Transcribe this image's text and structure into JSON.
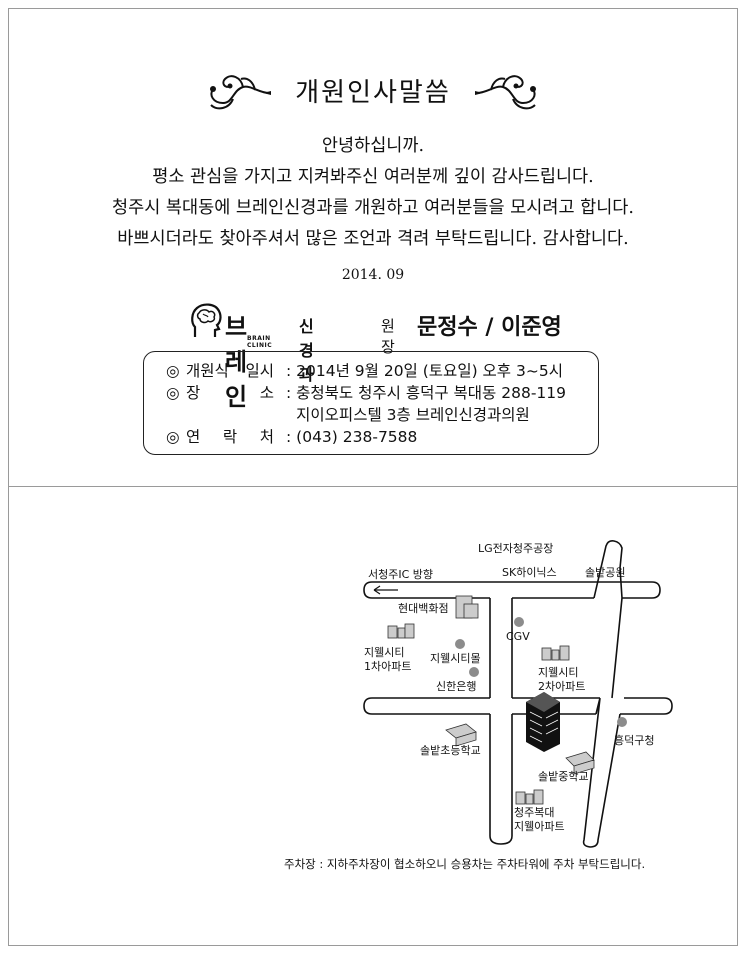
{
  "greeting": {
    "title": "개원인사말씀",
    "lines": [
      "안녕하십니까.",
      "평소 관심을 가지고 지켜봐주신 여러분께 깊이 감사드립니다.",
      "청주시 복대동에 브레인신경과를 개원하고 여러분들을 모시려고 합니다.",
      "바쁘시더라도 찾아주셔서 많은 조언과 격려 부탁드립니다. 감사합니다."
    ],
    "date": "2014. 09"
  },
  "signature": {
    "logo_main": "브레인",
    "logo_sub": "신경과",
    "logo_en": "BRAIN CLINIC",
    "role": "원장",
    "names": "문정수 / 이준영"
  },
  "info": {
    "bullet": "◎",
    "rows": [
      {
        "label": [
          "개원식",
          "일시"
        ],
        "value": "2014년 9월 20일 (토요일) 오후 3~5시"
      },
      {
        "label": [
          "장",
          "소"
        ],
        "value": "충청북도 청주시 흥덕구 복대동 288-119"
      },
      {
        "label": [],
        "value": "지이오피스텔 3층 브레인신경과의원"
      },
      {
        "label": [
          "연",
          "락",
          "처"
        ],
        "value": "(043) 238-7588"
      }
    ]
  },
  "map": {
    "labels": {
      "lg": "LG전자청주공장",
      "sk": "SK하이닉스",
      "solbat_park": "솔밭공원",
      "seocheongju": "서청주IC 방향",
      "hyundai": "현대백화점",
      "jiwell1": [
        "지웰시티",
        "1차아파트"
      ],
      "jiwell_mall": "지웰시티몰",
      "shinhan": "신한은행",
      "cgv": "CGV",
      "jiwell2": [
        "지웰시티",
        "2차아파트"
      ],
      "heungdeok": "흥덕구청",
      "solbat_elem": "솔밭초등학교",
      "solbat_mid": "솔밭중학교",
      "cheongju_apt": [
        "청주복대",
        "지웰아파트"
      ]
    }
  },
  "note": "주차장 : 지하주차장이 협소하오니 승용차는 주차타워에 주차 부탁드립니다.",
  "colors": {
    "marker": "#8c8c8c",
    "building": "#111111"
  }
}
